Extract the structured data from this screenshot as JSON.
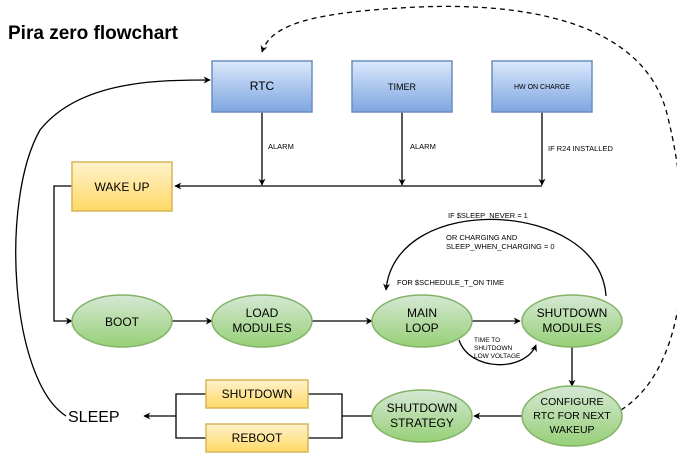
{
  "title": "Pira zero flowchart",
  "colors": {
    "blue_fill": "#dae8fc",
    "blue_stroke": "#6c8ebf",
    "yellow_fill": "#fff2cc",
    "yellow_stroke": "#d6b656",
    "green_fill": "#d5e8d4",
    "green_stroke": "#82b366",
    "edge": "#000000"
  },
  "nodes": {
    "rtc": "RTC",
    "timer": "TIMER",
    "hw_on_charge": "HW ON CHARGE",
    "wake_up": "WAKE UP",
    "boot": "BOOT",
    "load_modules": [
      "LOAD",
      "MODULES"
    ],
    "main_loop": [
      "MAIN",
      "LOOP"
    ],
    "shutdown_modules": [
      "SHUTDOWN",
      "MODULES"
    ],
    "configure_rtc": [
      "CONFIGURE",
      "RTC FOR NEXT",
      "WAKEUP"
    ],
    "shutdown_strategy": [
      "SHUTDOWN",
      "STRATEGY"
    ],
    "shutdown": "SHUTDOWN",
    "reboot": "REBOOT",
    "sleep": "SLEEP"
  },
  "edge_labels": {
    "rtc_alarm": "ALARM",
    "timer_alarm": "ALARM",
    "if_r24": "IF R24 INSTALLED",
    "sleep_never": "IF $SLEEP_NEVER = 1",
    "or_charging_1": "OR CHARGING AND",
    "or_charging_2": "SLEEP_WHEN_CHARGING = 0",
    "schedule": "FOR $SCHEDULE_T_ON TIME",
    "time_to_1": "TIME TO",
    "time_to_2": "SHUTDOWN",
    "time_to_3": "LOW VOLTAGE"
  }
}
